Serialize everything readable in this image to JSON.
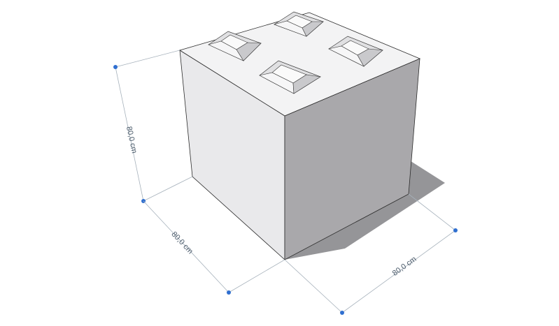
{
  "dimensions": {
    "height_label": "80,0 cm",
    "depth_label": "80,0 cm",
    "width_label": "80,0 cm"
  },
  "colors": {
    "top_face": "#f2f2f3",
    "left_face": "#e8e8ea",
    "right_face": "#a7a6a9",
    "shadow": "#8f8f92",
    "edge": "#2b2b2b",
    "dimension_line": "#9aa7b4",
    "dimension_point": "#2f6fd0"
  }
}
